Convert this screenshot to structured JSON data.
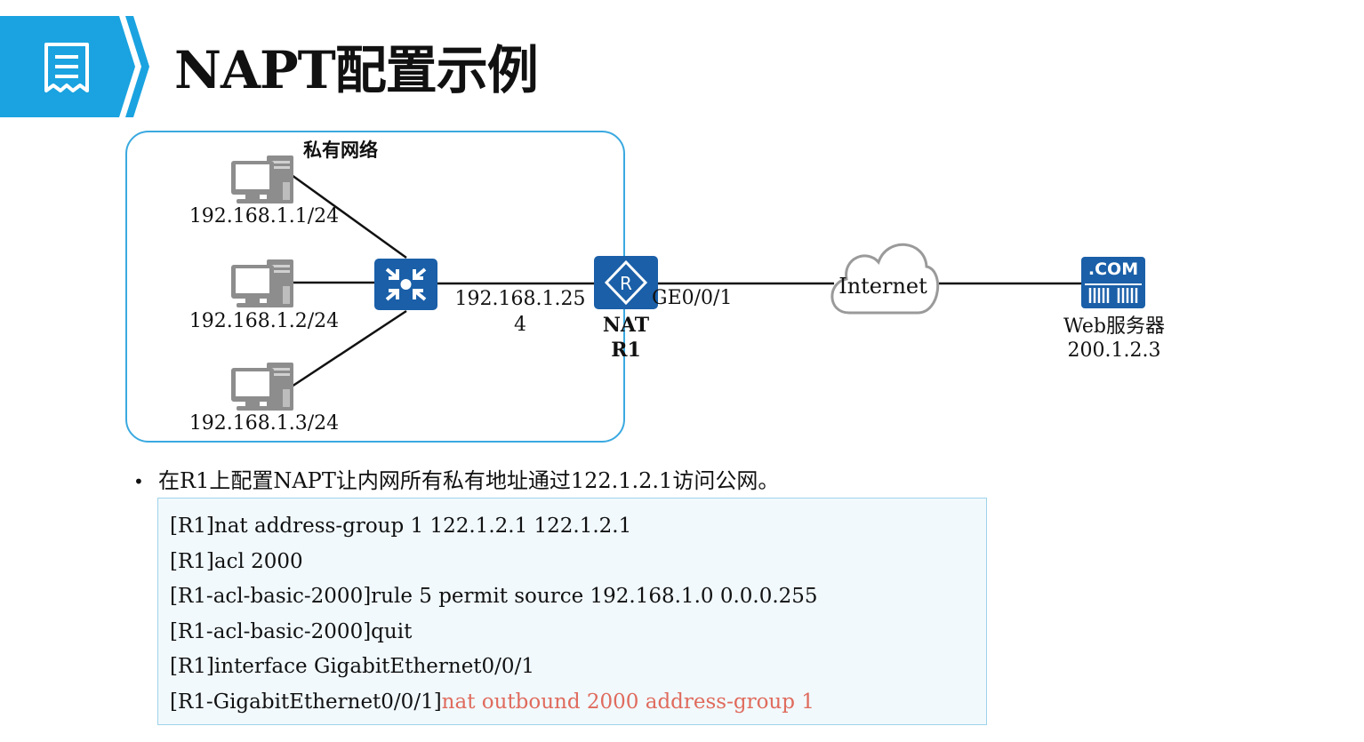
{
  "title": "NAPT配置示例",
  "diagram": {
    "private_network_label": "私有网络",
    "hosts": [
      {
        "ip": "192.168.1.1/24"
      },
      {
        "ip": "192.168.1.2/24"
      },
      {
        "ip": "192.168.1.3/24"
      }
    ],
    "switch_uplink_ip": "192.168.1.254",
    "router": {
      "line1": "NAT",
      "line2": "R1",
      "interface": "GE0/0/1"
    },
    "cloud_label": "Internet",
    "server": {
      "icon_text": ".COM",
      "name": "Web服务器",
      "ip": "200.1.2.3"
    }
  },
  "bullet": "在R1上配置NAPT让内网所有私有地址通过122.1.2.1访问公网。",
  "code_lines": [
    {
      "text": "[R1]nat address-group 1 122.1.2.1 122.1.2.1",
      "highlight": ""
    },
    {
      "text": "[R1]acl 2000",
      "highlight": ""
    },
    {
      "text": "[R1-acl-basic-2000]rule 5 permit source 192.168.1.0 0.0.0.255",
      "highlight": ""
    },
    {
      "text": "[R1-acl-basic-2000]quit",
      "highlight": ""
    },
    {
      "text": "[R1]interface GigabitEthernet0/0/1",
      "highlight": ""
    },
    {
      "text": "[R1-GigabitEthernet0/0/1]",
      "highlight": "nat outbound 2000 address-group 1"
    }
  ],
  "colors": {
    "accent": "#1aa3e0",
    "router_blue": "#1a5fa8",
    "highlight": "#e06b5d",
    "code_bg": "#f1f9fd"
  }
}
